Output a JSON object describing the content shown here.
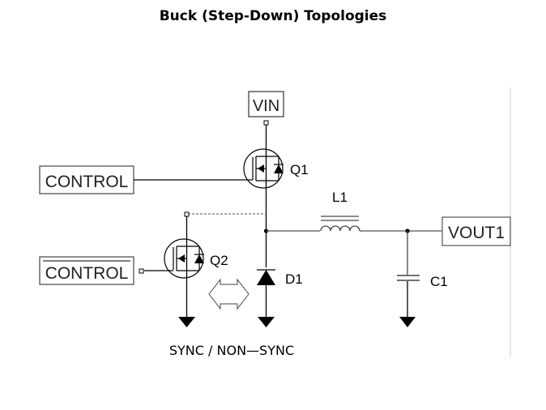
{
  "title": "Buck (Step-Down) Topologies",
  "ports": {
    "vin": "VIN",
    "control": "CONTROL",
    "control_inverted": "CONTROL",
    "vout": "VOUT1"
  },
  "components": {
    "q1": "Q1",
    "q2": "Q2",
    "d1": "D1",
    "l1": "L1",
    "c1": "C1"
  },
  "caption": "SYNC / NON—SYNC",
  "colors": {
    "wire": "#000000",
    "port_box": "#555555",
    "inductor": "#444444",
    "border": "#dddddd"
  }
}
